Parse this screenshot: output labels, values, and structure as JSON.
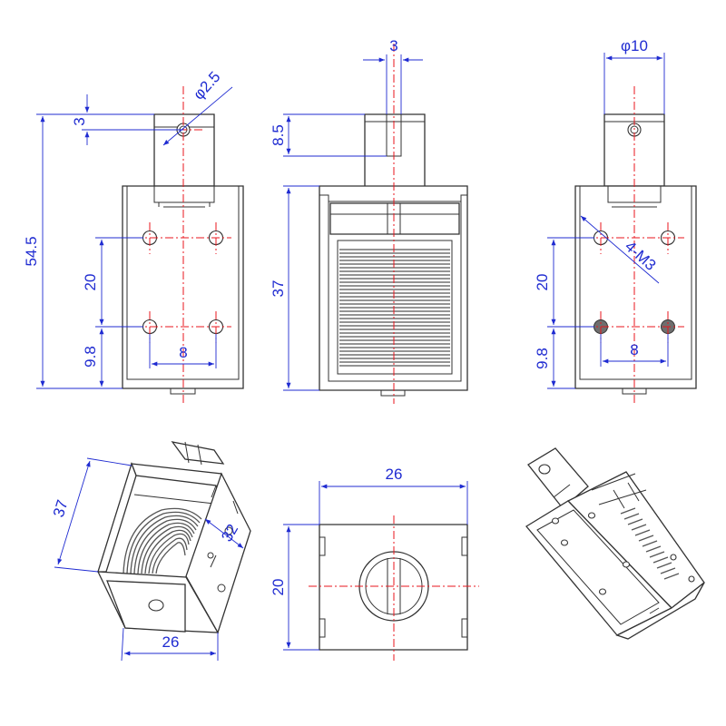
{
  "views": {
    "front": {
      "dim_total_height": "54.5",
      "dim_pin_offset": "3",
      "dim_pin_hole": "φ2.5",
      "dim_hole_vertical": "20",
      "dim_bottom_offset": "9.8",
      "dim_hole_horizontal": "8"
    },
    "side": {
      "dim_plunger_width": "3",
      "dim_plunger_protrusion": "8.5",
      "dim_body_height": "37"
    },
    "rear": {
      "dim_plunger_diameter": "φ10",
      "dim_thread": "4-M3",
      "dim_hole_vertical": "20",
      "dim_bottom_offset": "9.8",
      "dim_hole_horizontal": "8"
    },
    "iso_left": {
      "dim_height": "37",
      "dim_width": "26",
      "dim_diag": "32"
    },
    "bottom": {
      "dim_width": "26",
      "dim_height": "20"
    }
  },
  "colors": {
    "outline": "#333333",
    "centerline": "#e8161d",
    "dimension": "#1f2bd1"
  }
}
